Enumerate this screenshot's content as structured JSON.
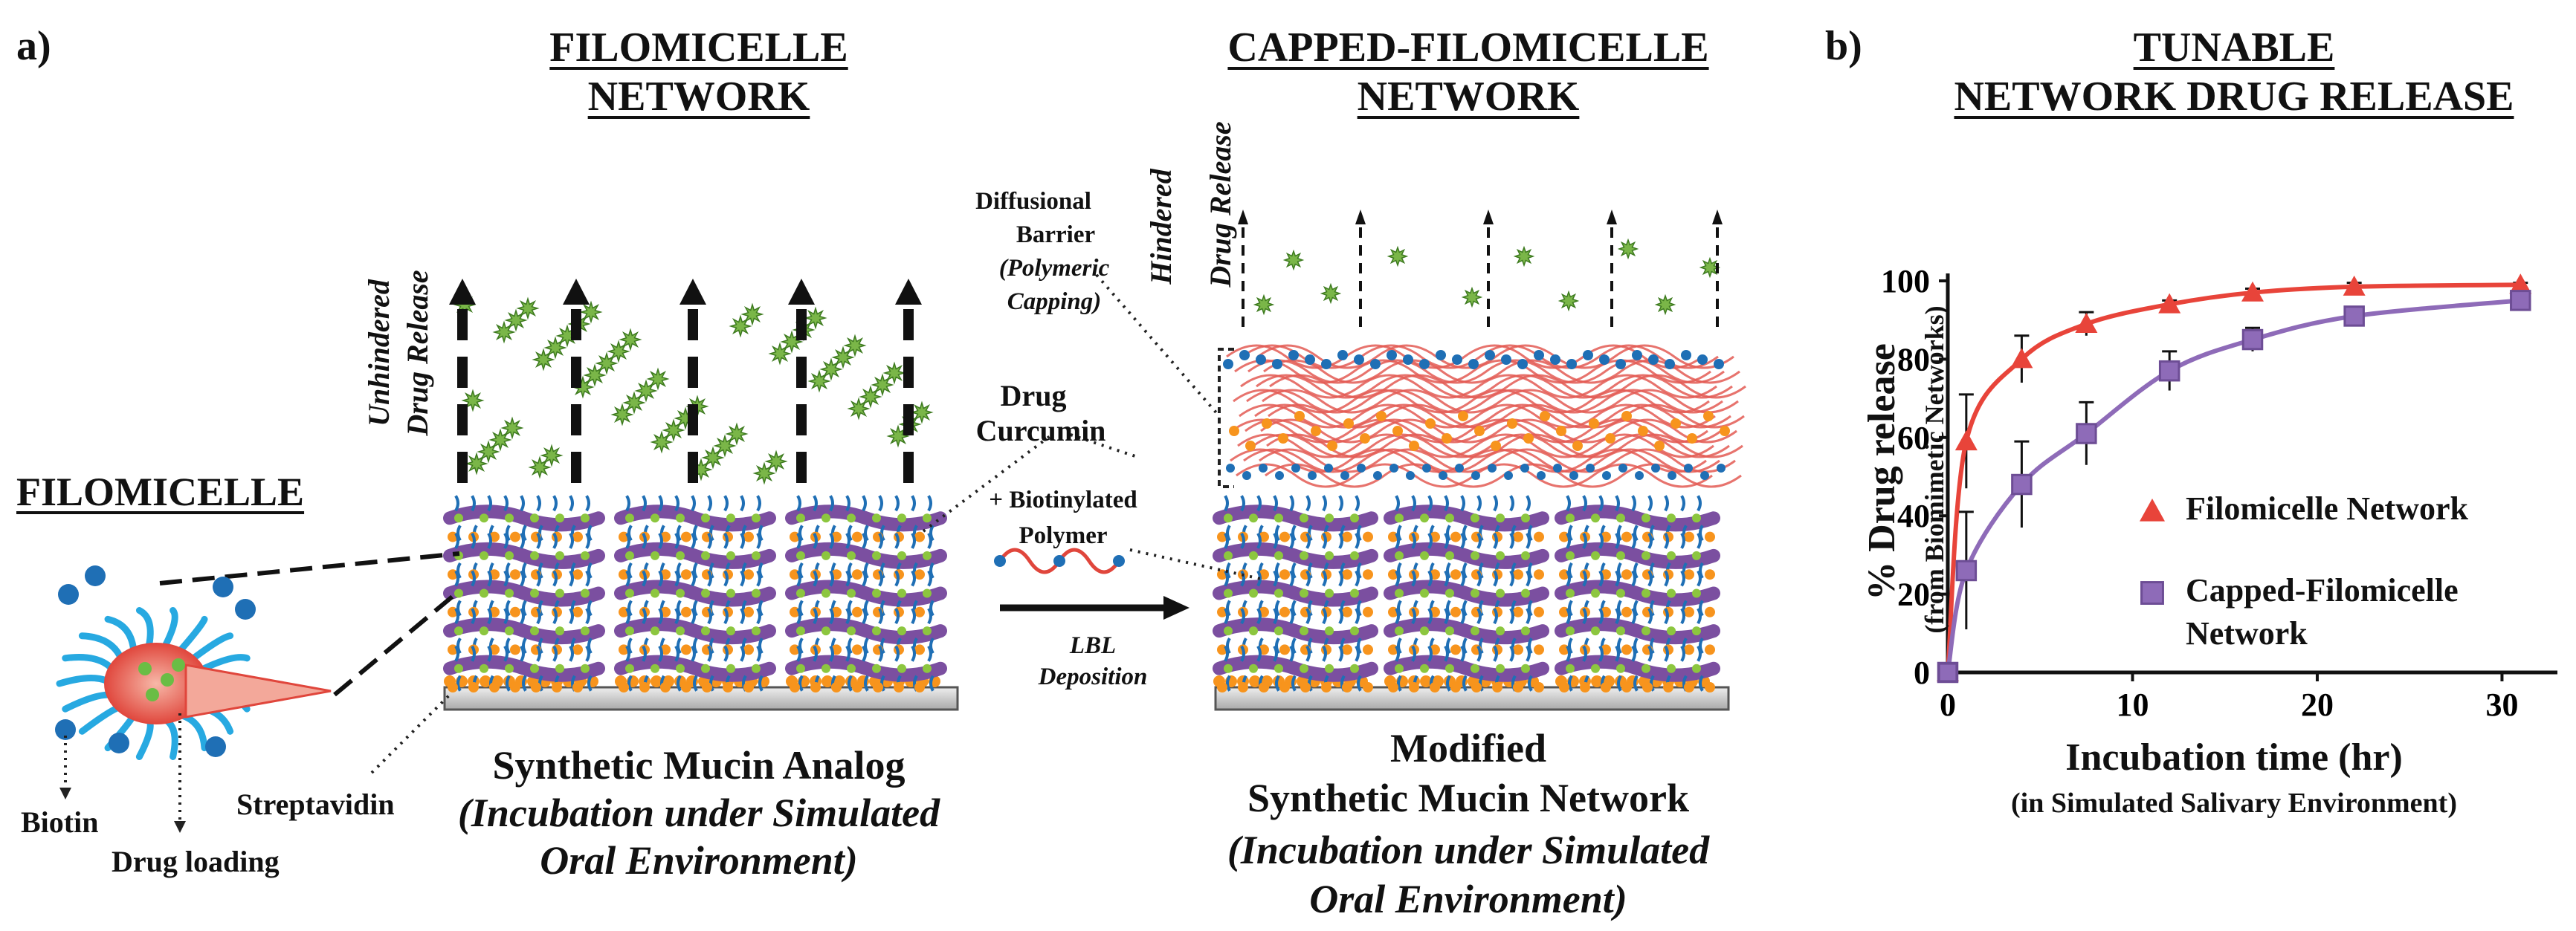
{
  "panel_a": {
    "label": "a)",
    "filomicelle_network": {
      "title_line1": "FILOMICELLE",
      "title_line2": "NETWORK"
    },
    "capped_network": {
      "title_line1": "CAPPED-FILOMICELLE",
      "title_line2": "NETWORK"
    },
    "filomicelle": {
      "title": "FILOMICELLE",
      "biotin": "Biotin",
      "drug_loading": "Drug loading",
      "streptavidin": "Streptavidin"
    },
    "unhindered_line1": "Unhindered",
    "unhindered_line2": "Drug Release",
    "hindered_line1": "Hindered",
    "hindered_line2": "Drug Release",
    "barrier_line1": "Diffusional",
    "barrier_line2": "Barrier",
    "barrier_line3": "(Polymeric",
    "barrier_line4": "Capping)",
    "drug_line1": "Drug",
    "drug_line2": "Curcumin",
    "biotinylated_line1": "+ Biotinylated",
    "biotinylated_line2": "Polymer",
    "lbl_line1": "LBL",
    "lbl_line2": "Deposition",
    "analog_title": "Synthetic Mucin Analog",
    "analog_sub1": "(Incubation under Simulated",
    "analog_sub2": "Oral Environment)",
    "modified_line1": "Modified",
    "modified_line2": "Synthetic Mucin Network",
    "modified_sub1": "(Incubation under Simulated",
    "modified_sub2": "Oral Environment)"
  },
  "panel_b": {
    "label": "b)",
    "title_line1": "TUNABLE",
    "title_line2": "NETWORK DRUG RELEASE"
  },
  "chart_data": {
    "type": "line",
    "xlabel": "Incubation time (hr)",
    "xlabel_sub": "(in Simulated Salivary Environment)",
    "ylabel": "% Drug release",
    "ylabel_sub": "(from Biomimetic Networks)",
    "xlim": [
      0,
      33
    ],
    "ylim": [
      0,
      100
    ],
    "xticks": [
      0,
      10,
      20,
      30
    ],
    "yticks": [
      0,
      20,
      40,
      60,
      80,
      100
    ],
    "legend_placement": "middle-right",
    "series": [
      {
        "name": "Filomicelle Network",
        "color": "#e8443a",
        "marker": "triangle",
        "x": [
          0,
          1,
          4,
          7.5,
          12,
          16.5,
          22,
          31
        ],
        "y": [
          0,
          59,
          80,
          89,
          94,
          97,
          98.5,
          99
        ],
        "err": [
          0,
          12,
          6,
          3,
          1,
          1,
          1,
          0.5
        ]
      },
      {
        "name": "Capped-Filomicelle Network",
        "name_line1": "Capped-Filomicelle",
        "name_line2": "Network",
        "color": "#8e6bb8",
        "marker": "square",
        "x": [
          0,
          1,
          4,
          7.5,
          12,
          16.5,
          22,
          31
        ],
        "y": [
          0,
          26,
          48,
          61,
          77,
          85,
          91,
          95
        ],
        "err": [
          0,
          15,
          11,
          8,
          5,
          3,
          1.5,
          1
        ]
      }
    ]
  }
}
